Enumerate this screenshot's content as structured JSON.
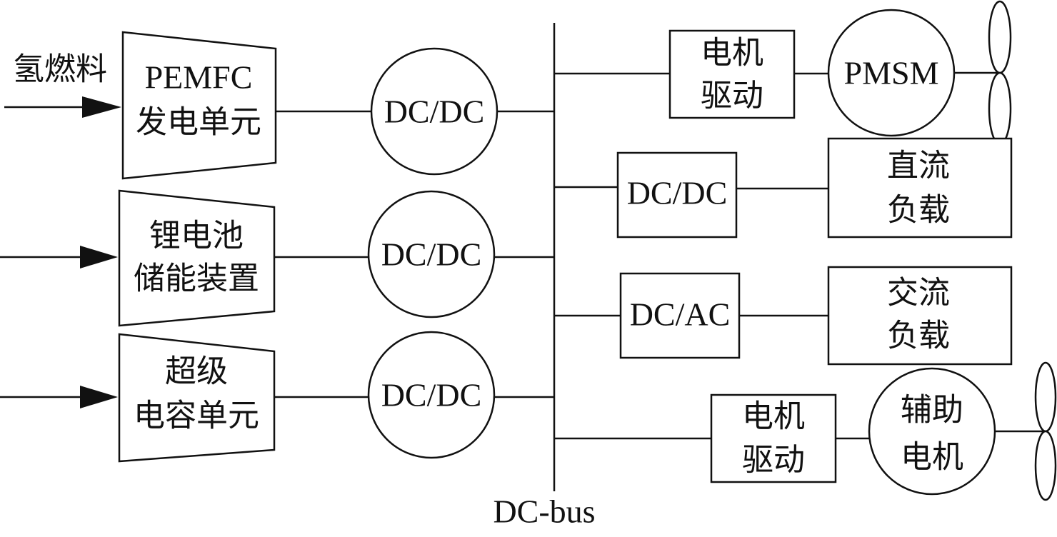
{
  "sources": [
    {
      "input_label": "氢燃料",
      "line1": "PEMFC",
      "line2": "发电单元",
      "converter": "DC/DC"
    },
    {
      "input_label": "",
      "line1": "锂电池",
      "line2": "储能装置",
      "converter": "DC/DC"
    },
    {
      "input_label": "",
      "line1": "超级",
      "line2": "电容单元",
      "converter": "DC/DC"
    }
  ],
  "bus_label": "DC-bus",
  "loads": {
    "propulsion": {
      "driver_line1": "电机",
      "driver_line2": "驱动",
      "motor": "PMSM"
    },
    "dc_load": {
      "converter": "DC/DC",
      "load_line1": "直流",
      "load_line2": "负载"
    },
    "ac_load": {
      "converter": "DC/AC",
      "load_line1": "交流",
      "load_line2": "负载"
    },
    "auxiliary": {
      "driver_line1": "电机",
      "driver_line2": "驱动",
      "motor_line1": "辅助",
      "motor_line2": "电机"
    }
  }
}
